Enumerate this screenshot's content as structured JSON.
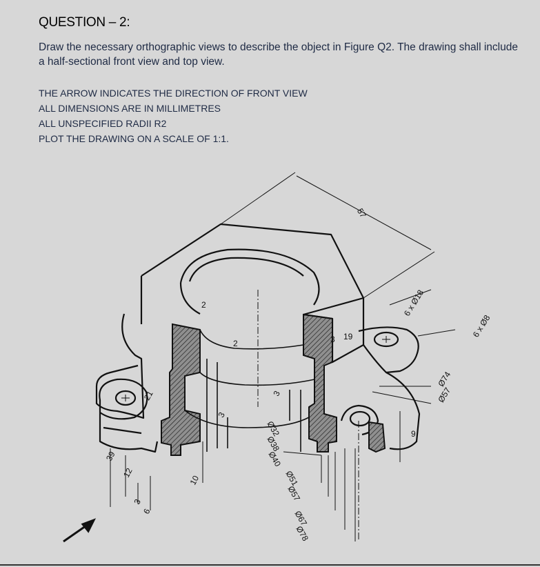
{
  "question": {
    "heading": "QUESTION – 2:",
    "instruction": "Draw the necessary orthographic views to describe the object in Figure Q2. The drawing shall include a half-sectional front view and top view."
  },
  "notes": [
    "THE ARROW INDICATES THE DIRECTION OF FRONT VIEW",
    "ALL DIMENSIONS ARE IN MILLIMETRES",
    "ALL UNSPECIFIED RADII R2",
    "PLOT THE DRAWING ON A SCALE OF 1:1."
  ],
  "figure": {
    "dimensions": {
      "width_57": "57",
      "holes_large": "6 x Ø18",
      "holes_small": "6 x Ø8",
      "depth_19": "19",
      "small_3a": "3",
      "d74": "Ø74",
      "d57_right": "Ø57",
      "nine": "9",
      "two_a": "2",
      "two_b": "2",
      "twentyone": "21",
      "thirtynine": "39",
      "twelve": "12",
      "three_b": "3",
      "six": "6",
      "ten": "10",
      "three_c": "3",
      "three_d": "3",
      "d32": "Ø32",
      "d38": "Ø38",
      "d40": "Ø40",
      "d51": "Ø51",
      "d57": "Ø57",
      "d67": "Ø67",
      "d78": "Ø78"
    }
  }
}
